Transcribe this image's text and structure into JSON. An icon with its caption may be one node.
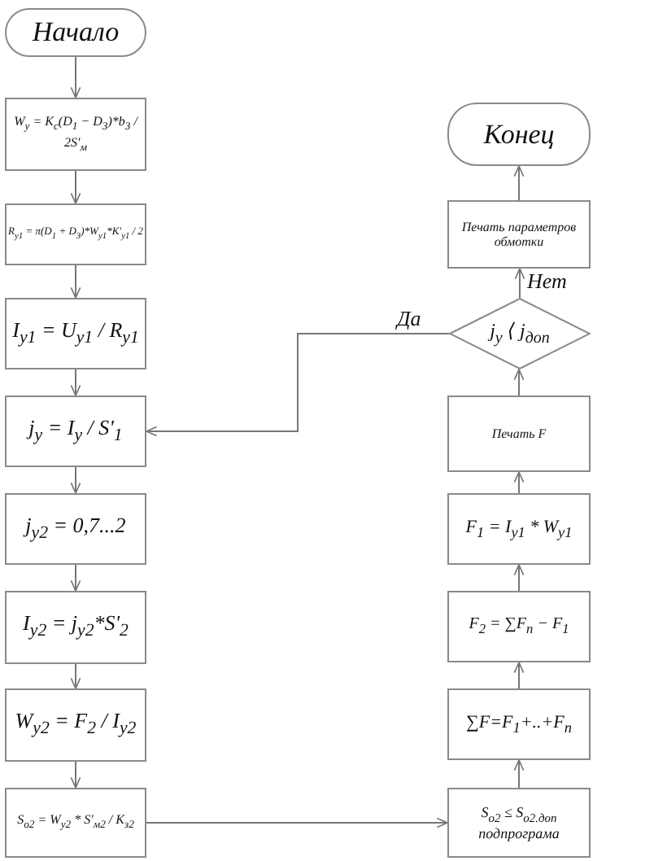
{
  "diagram": {
    "nodes": [
      {
        "text": [
          "Начало"
        ]
      },
      {
        "text": [
          "W$_{y}$ = K$_{c}$(D$_{1}$ − D$_{3}$)*b$_{3}$ / 2S'$_{м}$"
        ]
      },
      {
        "text": [
          "R$_{y1}$ = π(D$_{1}$ + D$_{3}$)*W$_{y1}$*K'$_{y1}$ / 2"
        ]
      },
      {
        "text": [
          "I$_{y1}$ = U$_{y1}$ / R$_{y1}$"
        ]
      },
      {
        "text": [
          "j$_{y}$ = I$_{y}$ / S'$_{1}$"
        ]
      },
      {
        "text": [
          "j$_{y2}$ = 0,7...2"
        ]
      },
      {
        "text": [
          "I$_{y2}$ = j$_{y2}$*S'$_{2}$"
        ]
      },
      {
        "text": [
          "W$_{y2}$ = F$_{2}$ / I$_{y2}$"
        ]
      },
      {
        "text": [
          "S$_{o2}$ = W$_{y2}$ * S'$_{м2}$ / K$_{з2}$"
        ]
      },
      {
        "text": [
          "S$_{o2}$ ≤ S$_{o2.доп}$",
          "подпрограма"
        ]
      },
      {
        "text": [
          "∑F=F$_{1}$+..+F$_{n}$"
        ]
      },
      {
        "text": [
          "F$_{2}$ = ∑F$_{n}$ − F$_{1}$"
        ]
      },
      {
        "text": [
          "F$_{1}$ = I$_{y1}$ * W$_{y1}$"
        ]
      },
      {
        "text": [
          "Печать F"
        ]
      },
      {
        "text": [
          "j$_{y}$ ⟨ j$_{доп}$"
        ]
      },
      {
        "text": [
          "Печать параметров обмотки"
        ]
      },
      {
        "text": [
          "Конец"
        ]
      }
    ],
    "edges": [
      {
        "from": 0,
        "to": 1,
        "arrow": "to"
      },
      {
        "from": 1,
        "to": 2,
        "arrow": "to"
      },
      {
        "from": 2,
        "to": 3,
        "arrow": "to"
      },
      {
        "from": 3,
        "to": 4,
        "arrow": "to"
      },
      {
        "from": 4,
        "to": 5,
        "arrow": "to"
      },
      {
        "from": 5,
        "to": 6,
        "arrow": "to"
      },
      {
        "from": 6,
        "to": 7,
        "arrow": "to"
      },
      {
        "from": 7,
        "to": 8,
        "arrow": "to"
      },
      {
        "from": 8,
        "to": 9,
        "arrow": "to"
      },
      {
        "from": 9,
        "to": 10,
        "arrow": "to"
      },
      {
        "from": 10,
        "to": 11,
        "arrow": "to"
      },
      {
        "from": 11,
        "to": 12,
        "arrow": "to"
      },
      {
        "from": 12,
        "to": 13,
        "arrow": "to"
      },
      {
        "from": 13,
        "to": 14,
        "arrow": "to"
      },
      {
        "from": 14,
        "to": 15,
        "arrow": "to",
        "label": "Нет"
      },
      {
        "from": 15,
        "to": 16,
        "arrow": "to"
      },
      {
        "from": 14,
        "to": 4,
        "arrow": "to",
        "label": "Да"
      }
    ]
  }
}
